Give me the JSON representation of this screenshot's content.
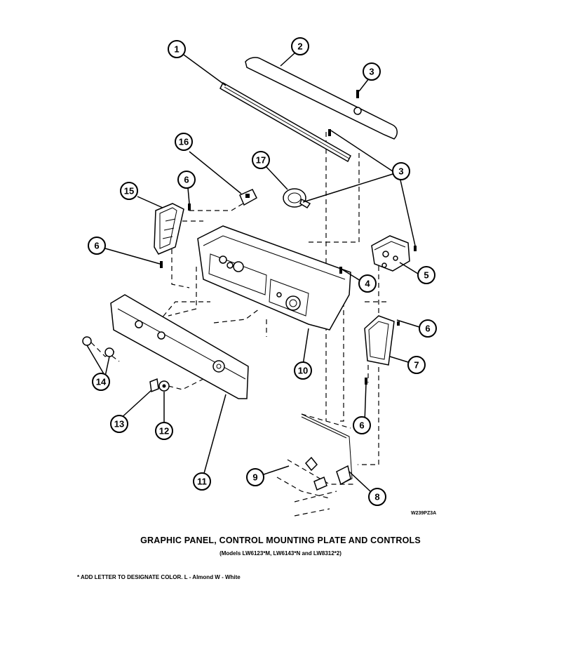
{
  "title": "GRAPHIC PANEL, CONTROL MOUNTING PLATE AND CONTROLS",
  "models": "(Models LW6123*M, LW6143*N and LW8312*2)",
  "note": "* ADD LETTER TO DESIGNATE COLOR. L - Almond W - White",
  "drawing_code": "W239PZ3A",
  "callouts": [
    "1",
    "2",
    "3",
    "3",
    "16",
    "17",
    "15",
    "6",
    "6",
    "5",
    "4",
    "6",
    "7",
    "10",
    "14",
    "11",
    "13",
    "12",
    "6",
    "9",
    "8"
  ]
}
